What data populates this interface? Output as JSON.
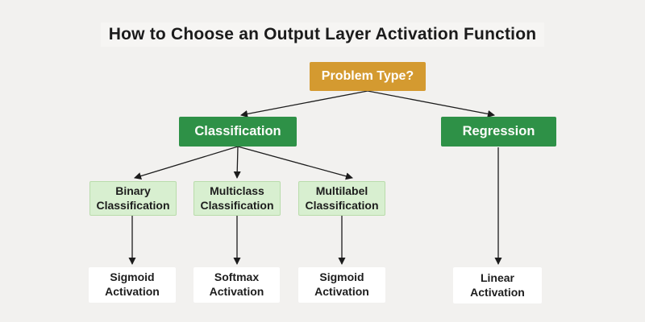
{
  "title": "How to Choose an Output Layer Activation Function",
  "colors": {
    "background": "#F2F1EF",
    "root_box": "#D49A30",
    "branch_box": "#2E9147",
    "leaf_green_fill": "#D8EFD0",
    "leaf_green_border": "#B9DCAB",
    "leaf_white": "#FFFFFF",
    "arrow": "#1C1C1C",
    "text_dark": "#1D1D1D",
    "text_light": "#FFFFFF"
  },
  "nodes": {
    "problem_type": {
      "label": "Problem Type?"
    },
    "classification": {
      "label": "Classification"
    },
    "regression": {
      "label": "Regression"
    },
    "binary": {
      "line1": "Binary",
      "line2": "Classification"
    },
    "multiclass": {
      "line1": "Multiclass",
      "line2": "Classification"
    },
    "multilabel": {
      "line1": "Multilabel",
      "line2": "Classification"
    },
    "sigmoid_binary": {
      "line1": "Sigmoid",
      "line2": "Activation"
    },
    "softmax": {
      "line1": "Softmax",
      "line2": "Activation"
    },
    "sigmoid_multilabel": {
      "line1": "Sigmoid",
      "line2": "Activation"
    },
    "linear": {
      "line1": "Linear",
      "line2": "Activation"
    }
  },
  "edges": [
    {
      "from": "problem_type",
      "to": "classification"
    },
    {
      "from": "problem_type",
      "to": "regression"
    },
    {
      "from": "classification",
      "to": "binary"
    },
    {
      "from": "classification",
      "to": "multiclass"
    },
    {
      "from": "classification",
      "to": "multilabel"
    },
    {
      "from": "binary",
      "to": "sigmoid_binary"
    },
    {
      "from": "multiclass",
      "to": "softmax"
    },
    {
      "from": "multilabel",
      "to": "sigmoid_multilabel"
    },
    {
      "from": "regression",
      "to": "linear"
    }
  ]
}
